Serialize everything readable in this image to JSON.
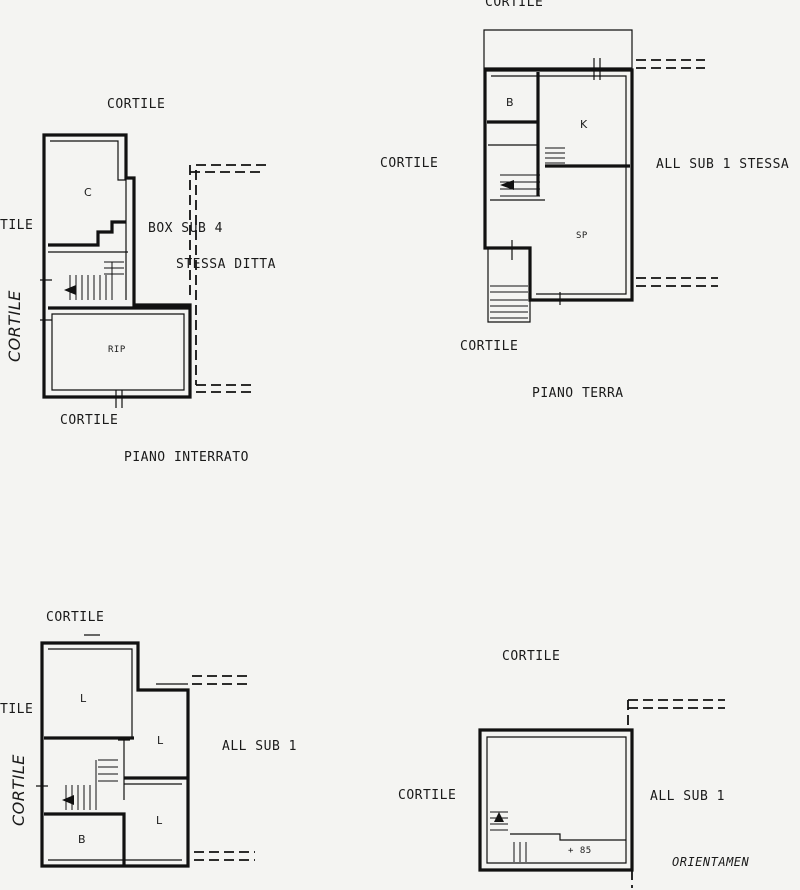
{
  "labels": {
    "cortile": "CORTILE",
    "cortile_cut": "TILE",
    "cortile_cut2": "TILE",
    "cortile_right_cut": "CORTILE",
    "cortile_top_cut": "CORTILE",
    "cortile_hand": "CORTILE",
    "box_sub4": "BOX SUB 4",
    "stessa_ditta": "STESSA DITTA",
    "all_sub1_stessa": "ALL SUB 1 STESSA",
    "all_sub1": "ALL SUB 1",
    "piano_interrato": "PIANO INTERRATO",
    "piano_terra": "PIANO TERRA",
    "orientamento": "ORIENTAMEN"
  },
  "rooms": {
    "c": "C",
    "rip": "RIP",
    "b": "B",
    "k": "K",
    "sp": "SP",
    "l": "L",
    "quota": "+ 85"
  }
}
